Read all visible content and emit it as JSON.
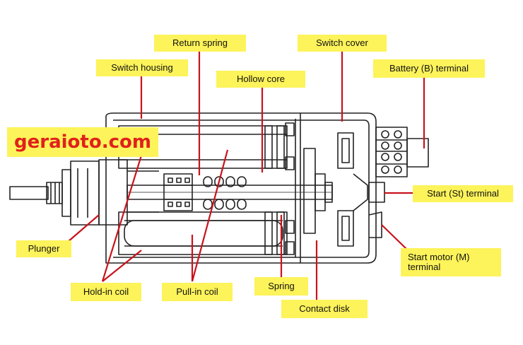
{
  "watermark": "geraioto.com",
  "labels": {
    "return_spring": "Return spring",
    "switch_cover": "Switch cover",
    "switch_housing": "Switch housing",
    "hollow_core": "Hollow core",
    "battery_terminal": "Battery (B) terminal",
    "start_terminal": "Start (St) terminal",
    "plunger": "Plunger",
    "start_motor_terminal_line1": "Start motor (M)",
    "start_motor_terminal_line2": "terminal",
    "hold_in_coil": "Hold-in coil",
    "pull_in_coil": "Pull-in coil",
    "spring": "Spring",
    "contact_disk": "Contact disk"
  },
  "colors": {
    "label_background": "#fdf35a",
    "leader_line": "#c8131b",
    "watermark_text": "#e0211b",
    "drawing_line": "#222222"
  }
}
